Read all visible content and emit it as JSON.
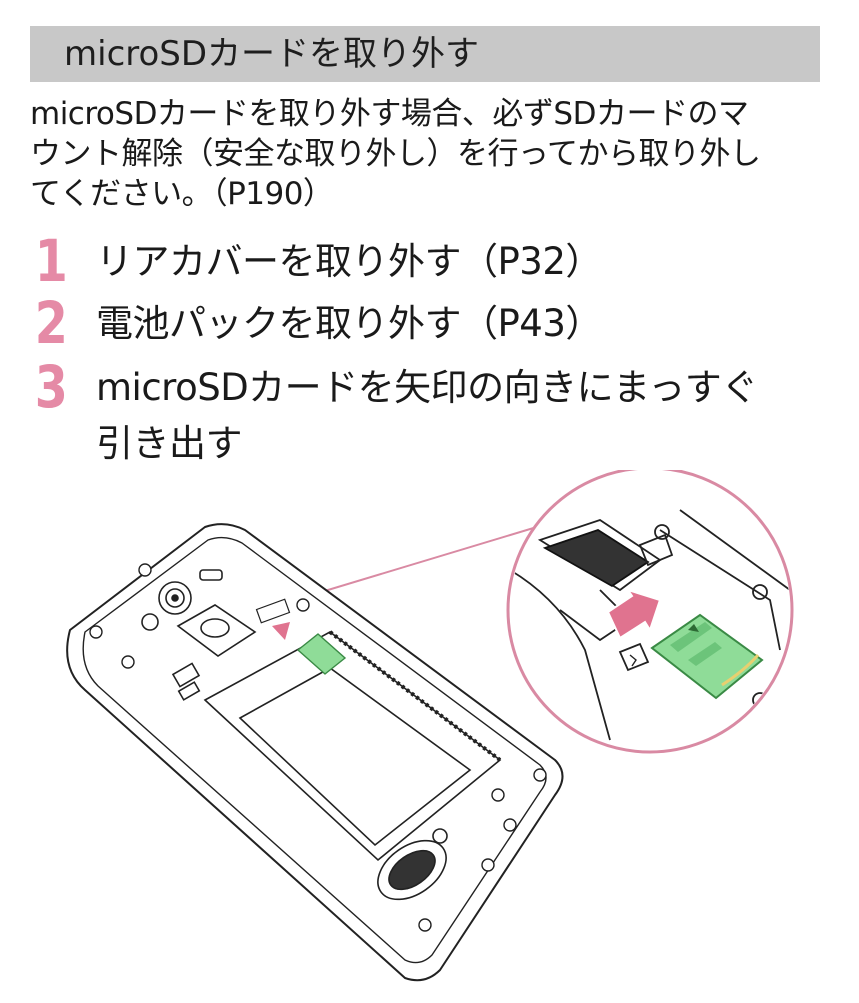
{
  "section": {
    "title": "microSDカードを取り外す"
  },
  "intro": {
    "lines": [
      "microSDカードを取り外す場合、必ずSDカードのマ",
      "ウント解除（安全な取り外し）を行ってから取り外し",
      "てください。（P190）"
    ]
  },
  "steps": [
    {
      "number": "1",
      "lines": [
        "リアカバーを取り外す（P32）"
      ]
    },
    {
      "number": "2",
      "lines": [
        "電池パックを取り外す（P43）"
      ]
    },
    {
      "number": "3",
      "lines": [
        "microSDカードを矢印の向きにまっすぐ",
        "引き出す"
      ]
    }
  ],
  "colors": {
    "header_bg": "#c8c8c8",
    "step_number": "#e58aa6",
    "arrow": "#e0738f",
    "card": "#8fdc98"
  }
}
